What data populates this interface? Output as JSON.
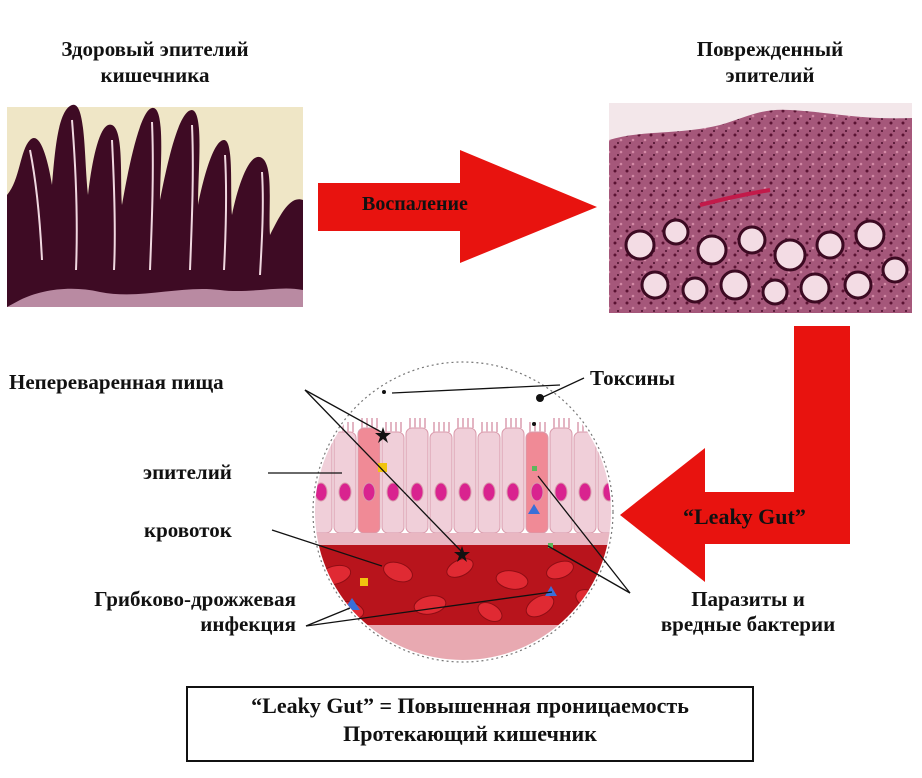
{
  "healthy_title": "Здоровый эпителий\nкишечника",
  "damaged_title": "Поврежденный\nэпителий",
  "arrow_inflammation": "Воспаление",
  "arrow_leaky": "“Leaky Gut”",
  "labels": {
    "undigested_food": "Непереваренная пища",
    "toxins": "Токсины",
    "epithelium": "эпителий",
    "bloodstream": "кровоток",
    "fungal_1": "Грибково-дрожжевая",
    "fungal_2": "инфекция",
    "parasites_1": "Паразиты и",
    "parasites_2": "вредные бактерии"
  },
  "footer": {
    "line1": "“Leaky Gut” = Повышенная проницаемость",
    "line2": "Протекающий кишечник"
  },
  "colors": {
    "arrow_red": "#e8130f",
    "tissue_dark": "#5a1030",
    "tissue_light": "#e9c9d4",
    "blood": "#b8141c"
  }
}
